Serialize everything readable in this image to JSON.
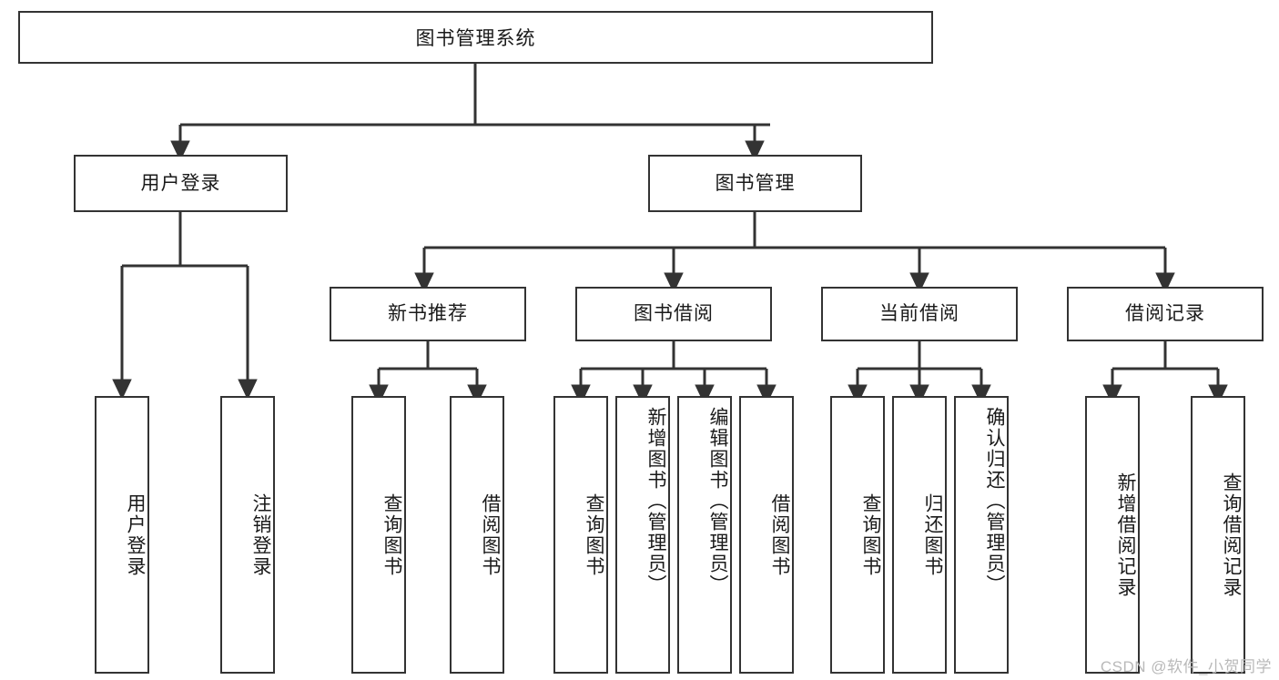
{
  "diagram": {
    "type": "tree-hierarchy",
    "title": "图书管理系统",
    "orientation": "top-down",
    "colors": {
      "box_border": "#333333",
      "box_fill": "#ffffff",
      "edge": "#333333",
      "text": "#1a1a1a",
      "watermark": "#b9b9b9",
      "background": "#ffffff"
    }
  },
  "root": {
    "label": "图书管理系统"
  },
  "level2": [
    {
      "id": "user-login",
      "label": "用户登录"
    },
    {
      "id": "book-manage",
      "label": "图书管理"
    }
  ],
  "level3": [
    {
      "id": "new-book-recommend",
      "label": "新书推荐"
    },
    {
      "id": "book-borrow",
      "label": "图书借阅"
    },
    {
      "id": "current-borrow",
      "label": "当前借阅"
    },
    {
      "id": "borrow-record",
      "label": "借阅记录"
    }
  ],
  "leaves": {
    "user_login": [
      {
        "id": "leaf-user-login",
        "label": "用户登录"
      },
      {
        "id": "leaf-logout-login",
        "label": "注销登录"
      }
    ],
    "new_book_recommend": [
      {
        "id": "leaf-query-book-1",
        "label": "查询图书"
      },
      {
        "id": "leaf-borrow-book-1",
        "label": "借阅图书"
      }
    ],
    "book_borrow": [
      {
        "id": "leaf-query-book-2",
        "label": "查询图书"
      },
      {
        "id": "leaf-add-book",
        "label": "新增图书（管理员）"
      },
      {
        "id": "leaf-edit-book",
        "label": "编辑图书（管理员）"
      },
      {
        "id": "leaf-borrow-book-2",
        "label": "借阅图书"
      }
    ],
    "current_borrow": [
      {
        "id": "leaf-query-book-3",
        "label": "查询图书"
      },
      {
        "id": "leaf-return-book",
        "label": "归还图书"
      },
      {
        "id": "leaf-confirm-return",
        "label": "确认归还（管理员）"
      }
    ],
    "borrow_record": [
      {
        "id": "leaf-add-record",
        "label": "新增借阅记录"
      },
      {
        "id": "leaf-query-record",
        "label": "查询借阅记录"
      }
    ]
  },
  "watermark": {
    "text": "CSDN @软件_小贺同学"
  }
}
